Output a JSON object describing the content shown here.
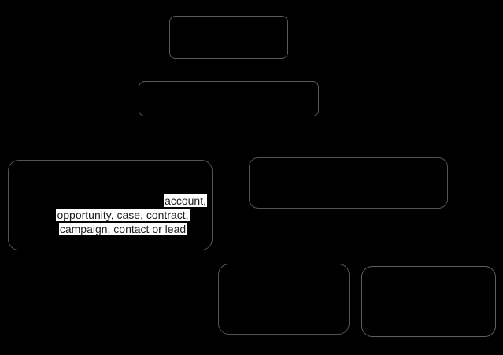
{
  "page": {
    "background_color": "#000000"
  },
  "styles": {
    "box_border_color": "#545454",
    "box_fill_color": "#000000",
    "highlight_background": "#ffffff",
    "highlight_text_color": "#1c1c1c"
  },
  "diagram": {
    "nodes": [
      {
        "id": "root-node",
        "visible_label": ""
      },
      {
        "id": "second-level-node",
        "visible_label": ""
      },
      {
        "id": "left-branch-node",
        "visible_label": ""
      },
      {
        "id": "right-branch-node",
        "visible_label": ""
      },
      {
        "id": "bottom-middle-node",
        "visible_label": ""
      },
      {
        "id": "bottom-right-node",
        "visible_label": ""
      }
    ],
    "left_branch_highlight": {
      "line1": "account,",
      "line2": "opportunity, case, contract,",
      "line3": "campaign, contact or lead"
    }
  }
}
